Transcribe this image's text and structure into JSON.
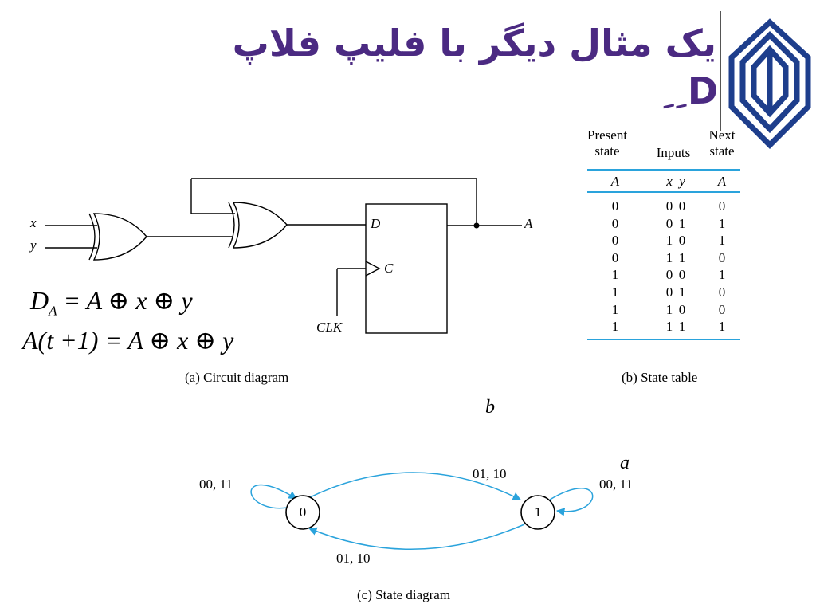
{
  "title": {
    "line1": "یک مثال دیگر با فلیپ فلاپ",
    "line2": "D ِ ِ"
  },
  "circuit": {
    "input_x": "x",
    "input_y": "y",
    "pin_d": "D",
    "pin_c": "C",
    "output": "A",
    "clock": "CLK",
    "caption": "(a) Circuit diagram"
  },
  "equations": {
    "line1_lhs": "D",
    "line1_sub": "A",
    "line1_rhs": "= A ⊕ x ⊕ y",
    "line2": "A(t +1) = A ⊕ x ⊕ y"
  },
  "state_table": {
    "present_header_line1": "Present",
    "present_header_line2": "state",
    "inputs_header": "Inputs",
    "next_header_line1": "Next",
    "next_header_line2": "state",
    "var_a": "A",
    "var_x": "x",
    "var_y": "y",
    "var_next": "A",
    "rows": [
      [
        "0",
        "0",
        "0",
        "0"
      ],
      [
        "0",
        "0",
        "1",
        "1"
      ],
      [
        "0",
        "1",
        "0",
        "1"
      ],
      [
        "0",
        "1",
        "1",
        "0"
      ],
      [
        "1",
        "0",
        "0",
        "1"
      ],
      [
        "1",
        "0",
        "1",
        "0"
      ],
      [
        "1",
        "1",
        "0",
        "0"
      ],
      [
        "1",
        "1",
        "1",
        "1"
      ]
    ],
    "caption": "(b) State table"
  },
  "label_b": "b",
  "label_a": "a",
  "state_diagram": {
    "state0": "0",
    "state1": "1",
    "loop0_label": "00, 11",
    "loop1_label": "00, 11",
    "edge_0_to_1": "01, 10",
    "edge_1_to_0": "01, 10",
    "caption": "(c) State diagram"
  },
  "colors": {
    "title": "#4b2a82",
    "accent_blue": "#2aa3dc",
    "logo_blue": "#1e3e8c"
  }
}
